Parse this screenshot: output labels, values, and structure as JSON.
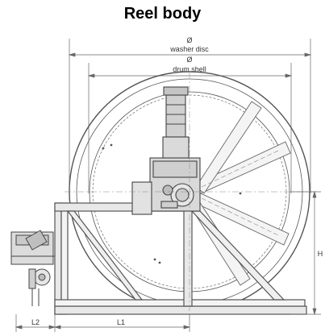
{
  "title": "Reel body",
  "labels": {
    "washer_diameter_symbol": "Ø",
    "washer_disc": "washer disc",
    "drum_diameter_symbol": "Ø",
    "drum_shell": "drum shell",
    "height": "H",
    "l1": "L1",
    "l2": "L2"
  },
  "colors": {
    "line": "#555555",
    "fill": "#d9d9d9",
    "dark": "#333333"
  }
}
